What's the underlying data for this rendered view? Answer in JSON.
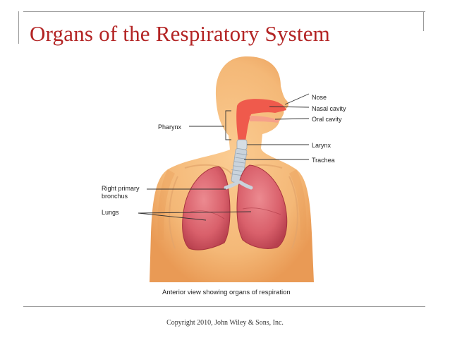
{
  "slide": {
    "title": "Organs of the Respiratory System",
    "copyright": "Copyright 2010, John Wiley & Sons, Inc."
  },
  "diagram": {
    "labels": {
      "nose": "Nose",
      "nasal_cavity": "Nasal cavity",
      "oral_cavity": "Oral cavity",
      "pharynx": "Pharynx",
      "larynx": "Larynx",
      "trachea": "Trachea",
      "right_primary_bronchus_line1": "Right primary",
      "right_primary_bronchus_line2": "bronchus",
      "lungs": "Lungs"
    },
    "caption": "Anterior view showing organs of respiration"
  },
  "colors": {
    "title": "#b32424",
    "skin": "#f4b877",
    "skin_shadow": "#e99a55",
    "lung": "#d9606b",
    "lung_dark": "#b8404e",
    "airway": "#ef5a4c",
    "cartilage": "#c9d3dc",
    "rule": "#9a9a9a"
  }
}
